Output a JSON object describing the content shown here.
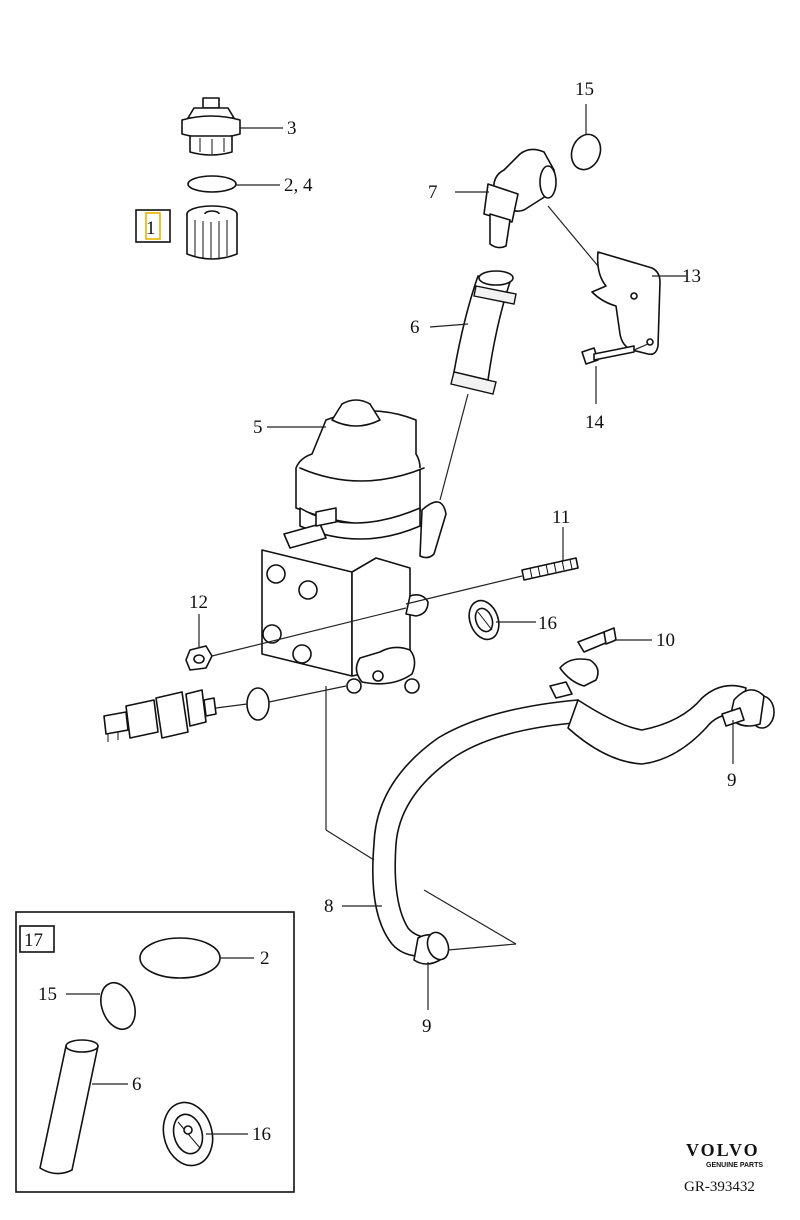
{
  "callouts": {
    "c1": "1",
    "c2": "2",
    "c2_4": "2, 4",
    "c3": "3",
    "c5": "5",
    "c6": "6",
    "c6b": "6",
    "c7": "7",
    "c8": "8",
    "c9a": "9",
    "c9b": "9",
    "c10": "10",
    "c11": "11",
    "c12": "12",
    "c13": "13",
    "c14": "14",
    "c15": "15",
    "c15b": "15",
    "c16": "16",
    "c16b": "16",
    "c17": "17"
  },
  "branding": {
    "brand": "VOLVO",
    "subtitle": "GENUINE PARTS",
    "reference": "GR-393432"
  }
}
